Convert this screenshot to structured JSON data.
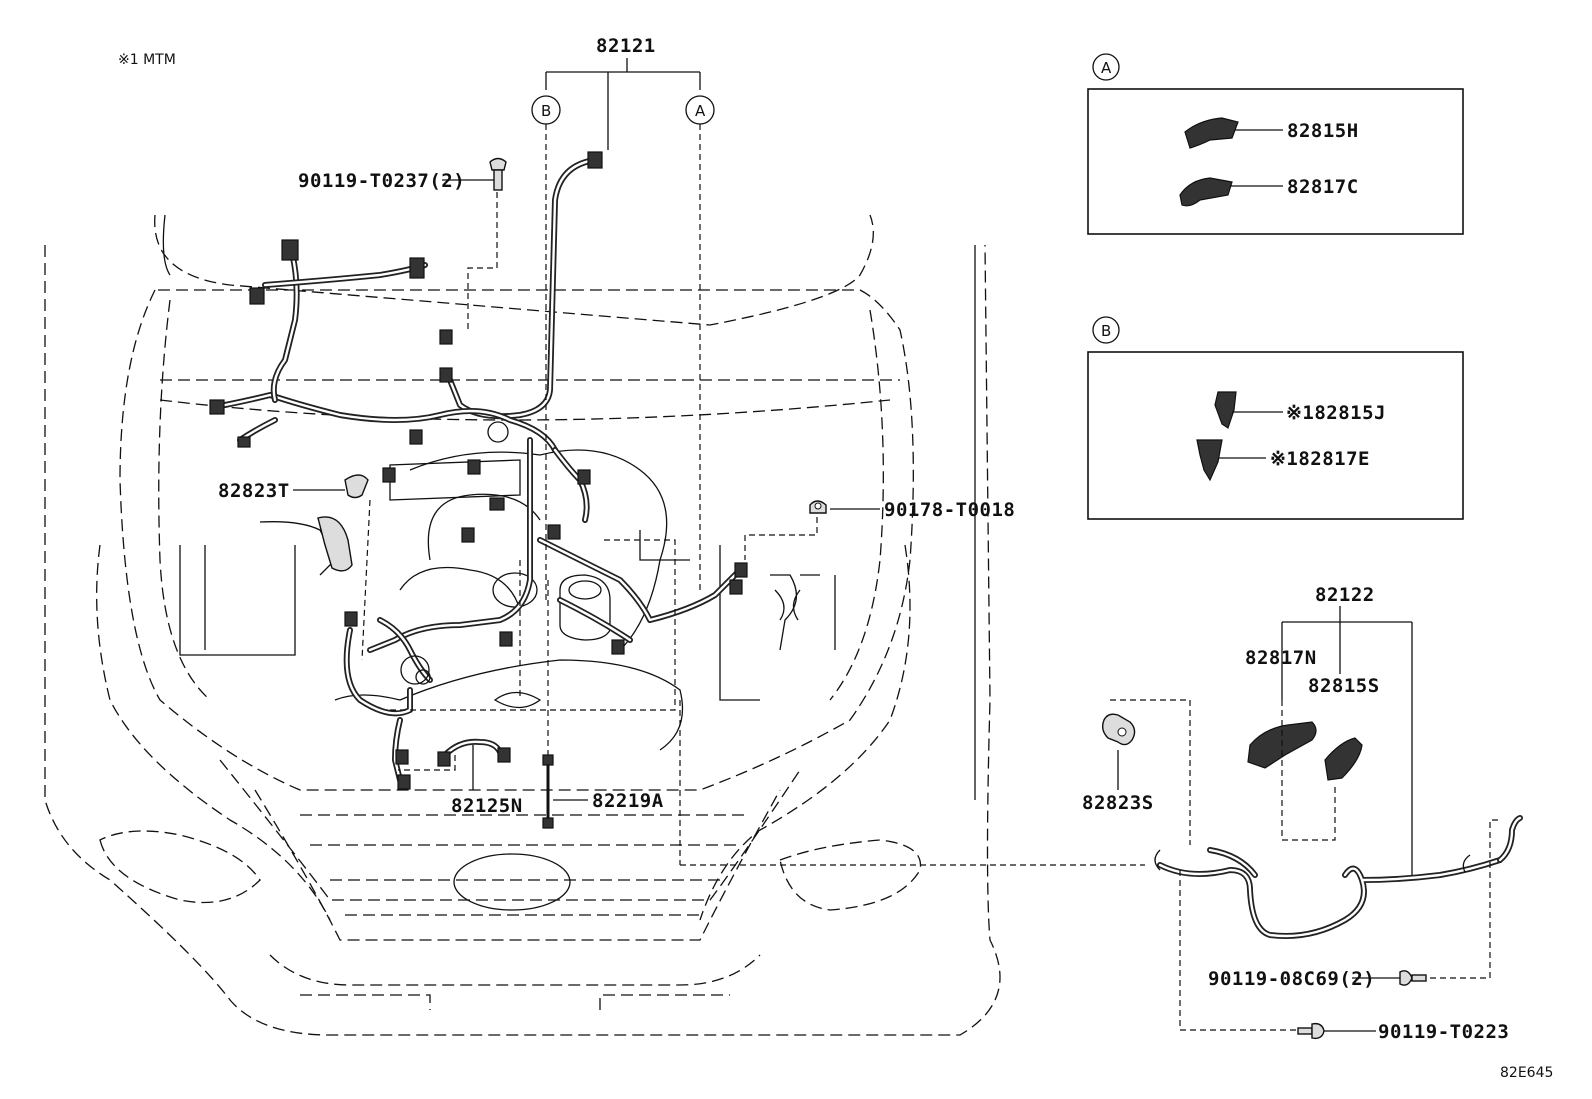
{
  "notes": {
    "mtm_note": "※1 MTM",
    "drawing_code": "82E645"
  },
  "callouts": {
    "circle_a": "A",
    "circle_b": "B"
  },
  "main_labels": {
    "harness_main": "82121",
    "bolt_top": "90119-T0237(2)",
    "clip_left": "82823T",
    "nut_right": "90178-T0018",
    "harness_small": "82125N",
    "wire_small": "82219A"
  },
  "inset_a": {
    "title": "A",
    "items": [
      "82815H",
      "82817C"
    ]
  },
  "inset_b": {
    "title": "B",
    "items": [
      "※182815J",
      "※182817E"
    ]
  },
  "front_harness": {
    "number": "82122",
    "sub_left": "82817N",
    "sub_right": "82815S",
    "bracket": "82823S",
    "bolt_a": "90119-08C69(2)",
    "bolt_b": "90119-T0223"
  }
}
